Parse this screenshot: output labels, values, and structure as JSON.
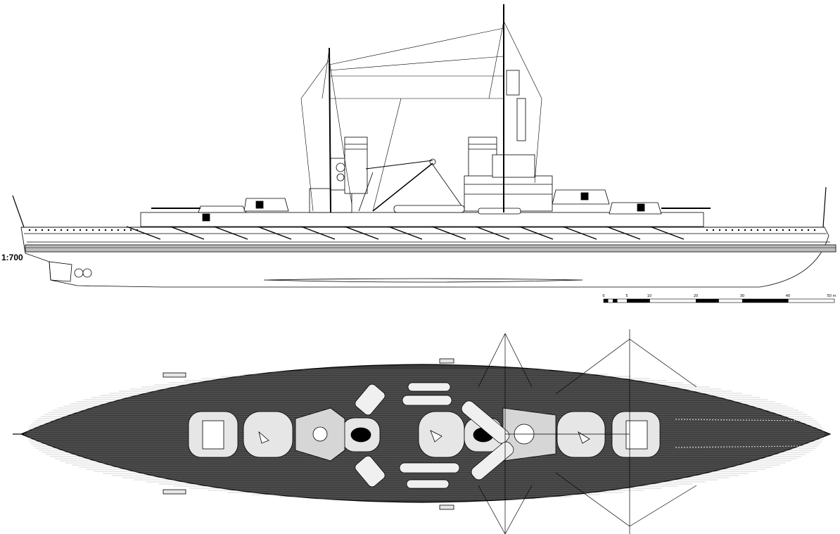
{
  "drawing": {
    "scale": "1:700",
    "scale_bar_ticks": [
      "0",
      "5",
      "10",
      "20",
      "30",
      "40",
      "50 m"
    ]
  },
  "colors": {
    "line": "#000000",
    "deck": "#3a3a3a",
    "paper": "#ffffff",
    "hull_grey": "#e6e6e6"
  }
}
